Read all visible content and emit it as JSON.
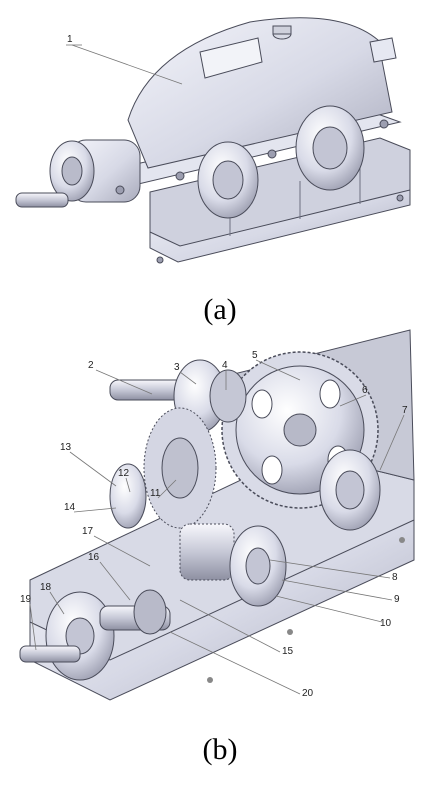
{
  "figure": {
    "panel_a": {
      "caption": "(a)",
      "callouts": [
        "1"
      ]
    },
    "panel_b": {
      "caption": "(b)",
      "callouts": [
        "2",
        "3",
        "4",
        "5",
        "6",
        "7",
        "8",
        "9",
        "10",
        "11",
        "12",
        "13",
        "14",
        "15",
        "16",
        "17",
        "18",
        "19",
        "20"
      ]
    },
    "colors": {
      "metal_light": "#e6e8f2",
      "metal_mid": "#c9cbd8",
      "metal_dark": "#9d9fb0",
      "edge": "#4a4c5a",
      "leader": "#777777"
    }
  }
}
